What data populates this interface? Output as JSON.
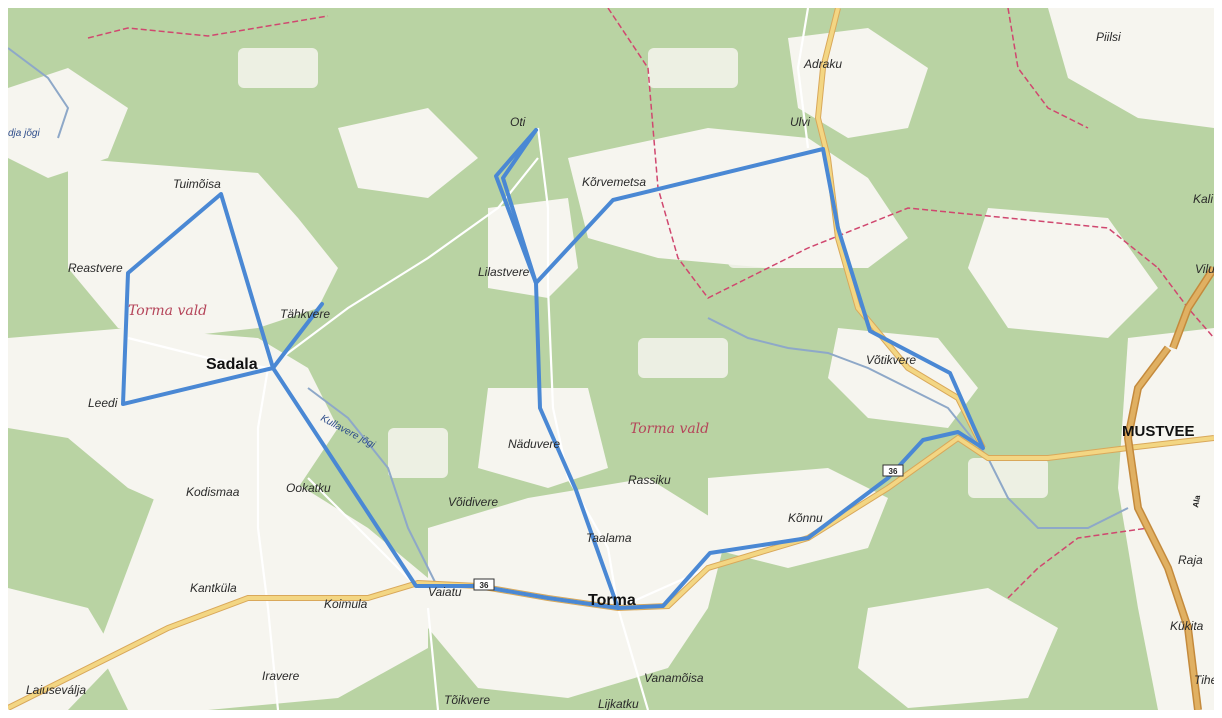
{
  "map": {
    "region_labels": [
      "Torma vald",
      "Torma vald"
    ],
    "town_labels": {
      "sadala": "Sadala",
      "torma": "Torma",
      "mustvee": "MUSTVEE"
    },
    "place_labels": {
      "oti": "Oti",
      "adraku": "Adraku",
      "piilsi": "Piilsi",
      "ulvi": "Ulvi",
      "korvemetsa": "Kõrvemetsa",
      "tuimoisa": "Tuimõisa",
      "reastvere": "Reastvere",
      "lilastvere": "Lilastvere",
      "tahkvere": "Tähkvere",
      "leedi": "Leedi",
      "votikvere": "Võtikvere",
      "naduvere": "Näduvere",
      "rassiku": "Rassiku",
      "kodismaa": "Kodismaa",
      "ookatku": "Ookatku",
      "voidivere": "Võidivere",
      "konnu": "Kõnnu",
      "taalama": "Taalama",
      "kantkula": "Kantküla",
      "koimula": "Koimula",
      "vaiatu": "Vaiatu",
      "iravere": "Iravere",
      "laiusevalja": "Laiuseválja",
      "toikvere": "Tõikvere",
      "vanamoisa": "Vanamõisa",
      "lijkatku": "Lijkatku",
      "kali": "Kali",
      "vilu": "Vilu",
      "raja": "Raja",
      "kukita": "Kükita",
      "tihe": "Tihe"
    },
    "river_labels": {
      "kullavere": "Kullavere jõgi",
      "edja": "dja jõgi"
    },
    "road_shields": [
      "36",
      "36",
      "36"
    ],
    "highway_label": "Ala",
    "colors": {
      "forest": "#b9d3a3",
      "open_land": "#f6f5ef",
      "route": "#4a88d4",
      "main_road": "#f3d683",
      "main_road_casing": "#d9a85a",
      "border": "#d0476f",
      "river": "#8ea8c8"
    }
  }
}
